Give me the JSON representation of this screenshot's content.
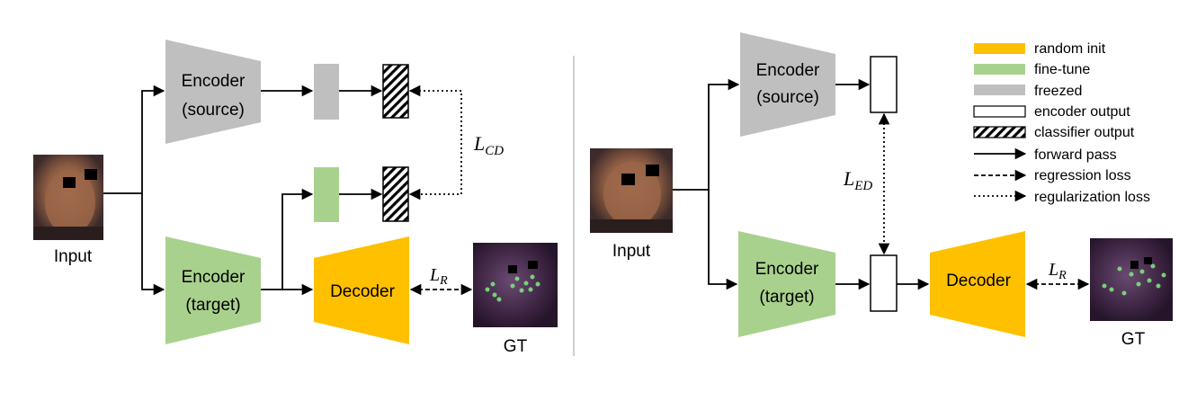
{
  "left": {
    "input_label": "Input",
    "encoder_source": {
      "line1": "Encoder",
      "line2": "(source)"
    },
    "encoder_target": {
      "line1": "Encoder",
      "line2": "(target)"
    },
    "decoder_label": "Decoder",
    "gt_label": "GT",
    "loss_cd": {
      "main": "L",
      "sub": "CD"
    },
    "loss_r": {
      "main": "L",
      "sub": "R"
    }
  },
  "right": {
    "input_label": "Input",
    "encoder_source": {
      "line1": "Encoder",
      "line2": "(source)"
    },
    "encoder_target": {
      "line1": "Encoder",
      "line2": "(target)"
    },
    "decoder_label": "Decoder",
    "gt_label": "GT",
    "loss_ed": {
      "main": "L",
      "sub": "ED"
    },
    "loss_r": {
      "main": "L",
      "sub": "R"
    }
  },
  "legend": {
    "random_init": "random init",
    "fine_tune": "fine-tune",
    "freezed": "freezed",
    "encoder_output": "encoder output",
    "classifier_output": "classifier output",
    "forward_pass": "forward pass",
    "regression_loss": "regression loss",
    "regularization_loss": "regularization loss"
  },
  "colors": {
    "random_init": "#FFC000",
    "fine_tune": "#A9D18E",
    "freezed": "#BFBFBF",
    "photo_skin": "#8a5a40",
    "photo_bg": "#3d2b2b",
    "gt_bg": "#3b2340",
    "keypoint": "#7ee07e"
  }
}
